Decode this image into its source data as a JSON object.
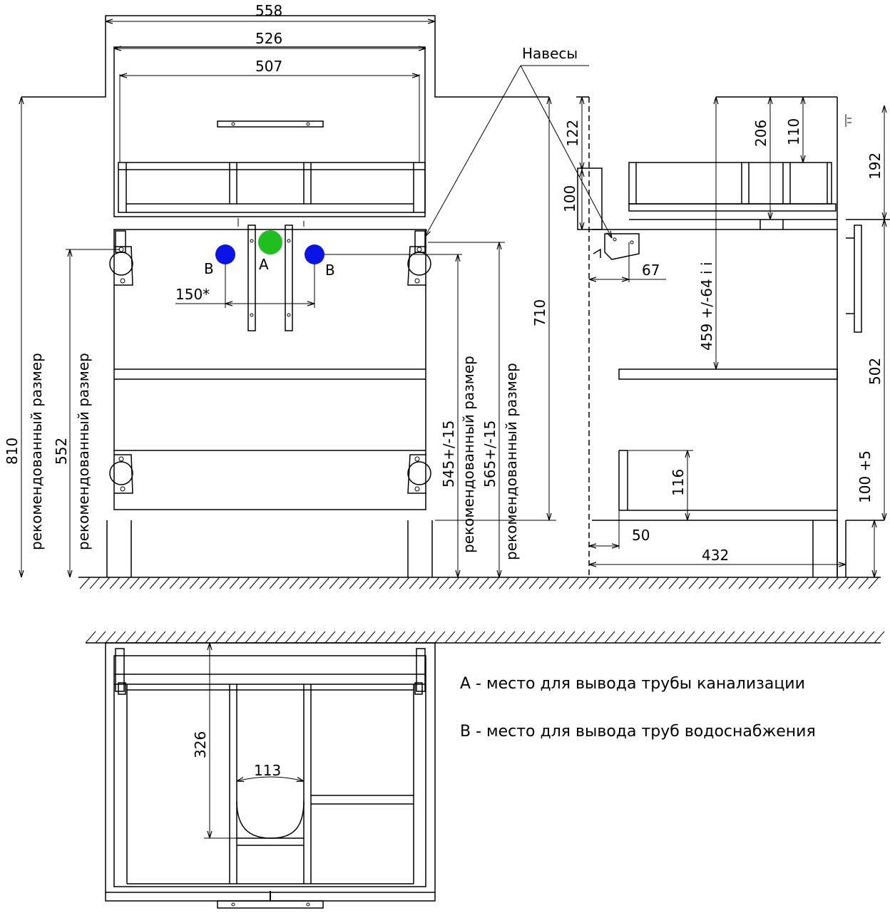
{
  "dims": {
    "d558": "558",
    "d526": "526",
    "d507": "507",
    "d810": "810",
    "d552": "552",
    "d150": "150*",
    "d545": "545+/-15",
    "d565": "565+/-15",
    "d710": "710",
    "d122": "122",
    "d100": "100",
    "d67": "67",
    "d206": "206",
    "d110": "110",
    "d192": "192",
    "d459": "459 +/-64 i i",
    "d502": "502",
    "d116": "116",
    "d100p5": "100 +5",
    "d50": "50",
    "d432": "432",
    "d326": "326",
    "d113": "113"
  },
  "labels": {
    "hinges": "Навесы",
    "recommended": "рекомендованный размер",
    "point_a": "A",
    "point_b": "B"
  },
  "legend": {
    "a_text": "A - место для вывода трубы канализации",
    "b_text": "B - место для вывода труб водоснабжения"
  },
  "colors": {
    "drain_point": "#1fbf1f",
    "water_point": "#0a14e6",
    "line": "#000000"
  }
}
